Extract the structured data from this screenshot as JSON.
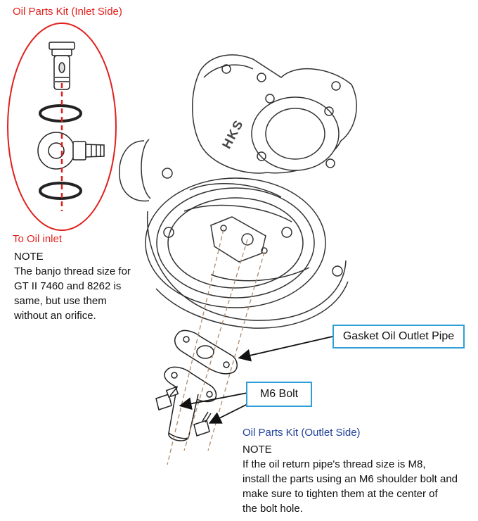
{
  "inlet_kit": {
    "title": "Oil Parts Kit (Inlet Side)",
    "to_oil_inlet": "To Oil inlet",
    "note_heading": "NOTE",
    "note_lines": [
      "The banjo thread size for",
      "GT II 7460 and 8262 is",
      "same, but use them",
      "without an orifice."
    ]
  },
  "callouts": {
    "gasket": "Gasket Oil Outlet Pipe",
    "bolt": "M6 Bolt"
  },
  "outlet_kit": {
    "title": "Oil Parts Kit (Outlet Side)",
    "note_heading": "NOTE",
    "note_lines": [
      "If the oil return pipe's thread size is M8,",
      "install the parts using an M6 shoulder bolt and",
      "make sure to tighten them at the center of",
      "the bolt hole."
    ]
  },
  "branding": {
    "housing_logo": "HKS"
  },
  "colors": {
    "inlet_red": "#e0211d",
    "outlet_blue": "#1f3f9a",
    "callout_border": "#2f9fd8",
    "leader": "#111111",
    "dashed_guide": "#b08a6a"
  }
}
